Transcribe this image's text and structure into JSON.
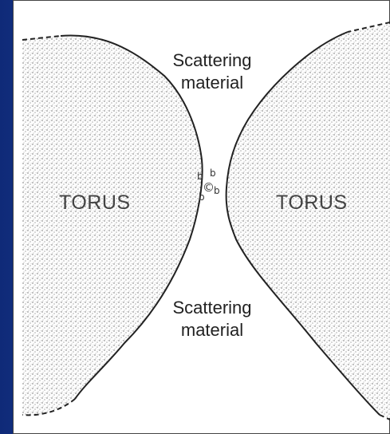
{
  "diagram": {
    "scatter_top": {
      "line1": "Scattering",
      "line2": "material"
    },
    "scatter_bottom": {
      "line1": "Scattering",
      "line2": "material"
    },
    "torus_left": "TORUS",
    "torus_right": "TORUS",
    "nucleus_symbol": "©",
    "cloud_marker": "b"
  },
  "colors": {
    "background": "#1a3a8c",
    "panel": "#ffffff",
    "stipple": "#555555",
    "outline": "#222222"
  }
}
